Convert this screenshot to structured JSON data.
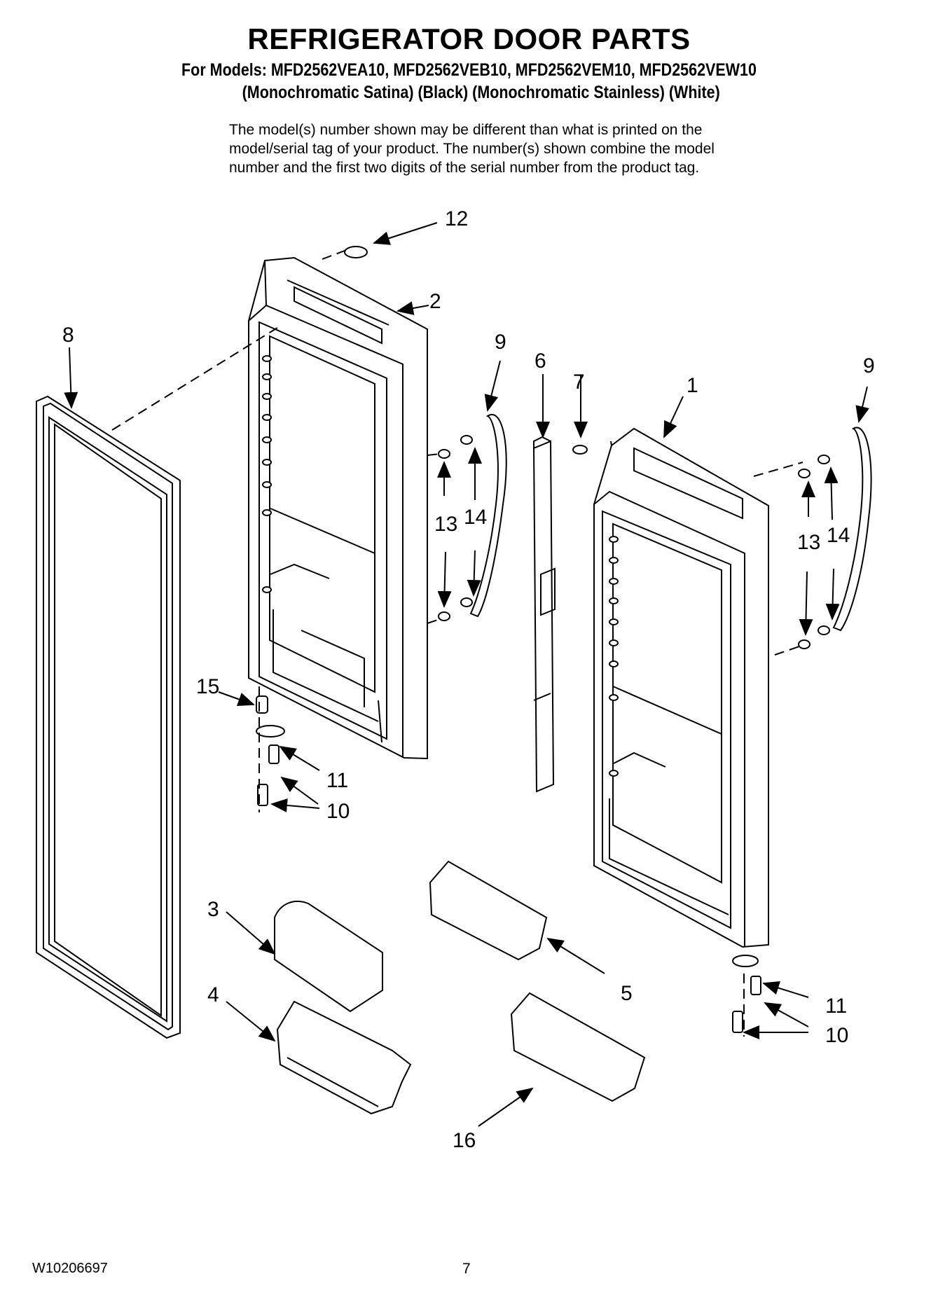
{
  "header": {
    "title": "REFRIGERATOR DOOR PARTS",
    "models": "For Models: MFD2562VEA10, MFD2562VEB10, MFD2562VEM10, MFD2562VEW10",
    "colors": "(Monochromatic Satina)   (Black) (Monochromatic Stainless) (White)"
  },
  "note": {
    "line1": "The model(s) number shown may be different than what is printed on the",
    "line2": "model/serial tag of your product. The number(s) shown combine the model",
    "line3": "number and the first two digits of the serial number from the product tag."
  },
  "callouts": {
    "c1": "1",
    "c2": "2",
    "c3": "3",
    "c4": "4",
    "c5": "5",
    "c6": "6",
    "c7": "7",
    "c8": "8",
    "c9a": "9",
    "c9b": "9",
    "c10a": "10",
    "c10b": "10",
    "c11a": "11",
    "c11b": "11",
    "c12": "12",
    "c13a": "13",
    "c13b": "13",
    "c14a": "14",
    "c14b": "14",
    "c15": "15",
    "c16": "16"
  },
  "footer": {
    "doc_number": "W10206697",
    "page": "7"
  }
}
